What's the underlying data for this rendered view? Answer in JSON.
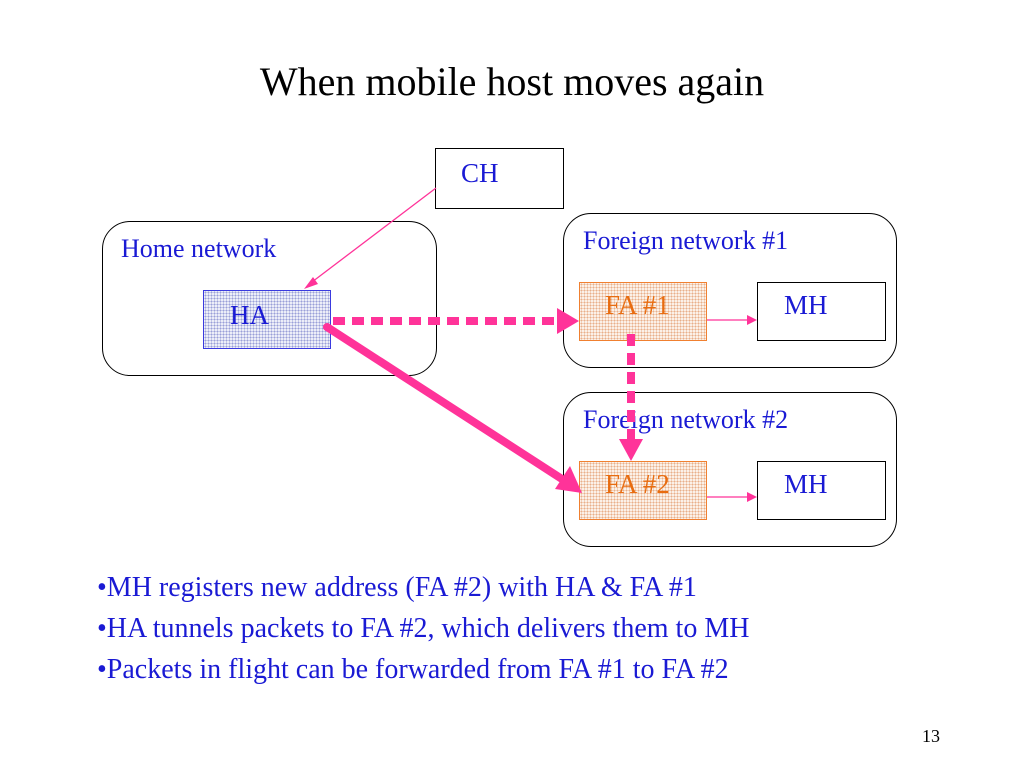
{
  "title": "When mobile host moves again",
  "diagram": {
    "ch_label": "CH",
    "home_network": {
      "label": "Home network",
      "ha_label": "HA"
    },
    "foreign_network_1": {
      "label": "Foreign network #1",
      "fa_label": "FA #1",
      "mh_label": "MH"
    },
    "foreign_network_2": {
      "label": "Foreign network #2",
      "fa_label": "FA #2",
      "mh_label": "MH"
    },
    "colors": {
      "network_label": "#1a1ad4",
      "fa_text": "#e86c10",
      "arrow_pink": "#ff3399",
      "ha_border": "#3a3adf",
      "fa_border": "#f08030"
    }
  },
  "bullets": [
    "•MH registers new address (FA #2) with HA & FA #1",
    "•HA tunnels packets to FA #2, which delivers them to MH",
    "•Packets in flight can be forwarded from FA #1 to FA #2"
  ],
  "page_number": "13"
}
